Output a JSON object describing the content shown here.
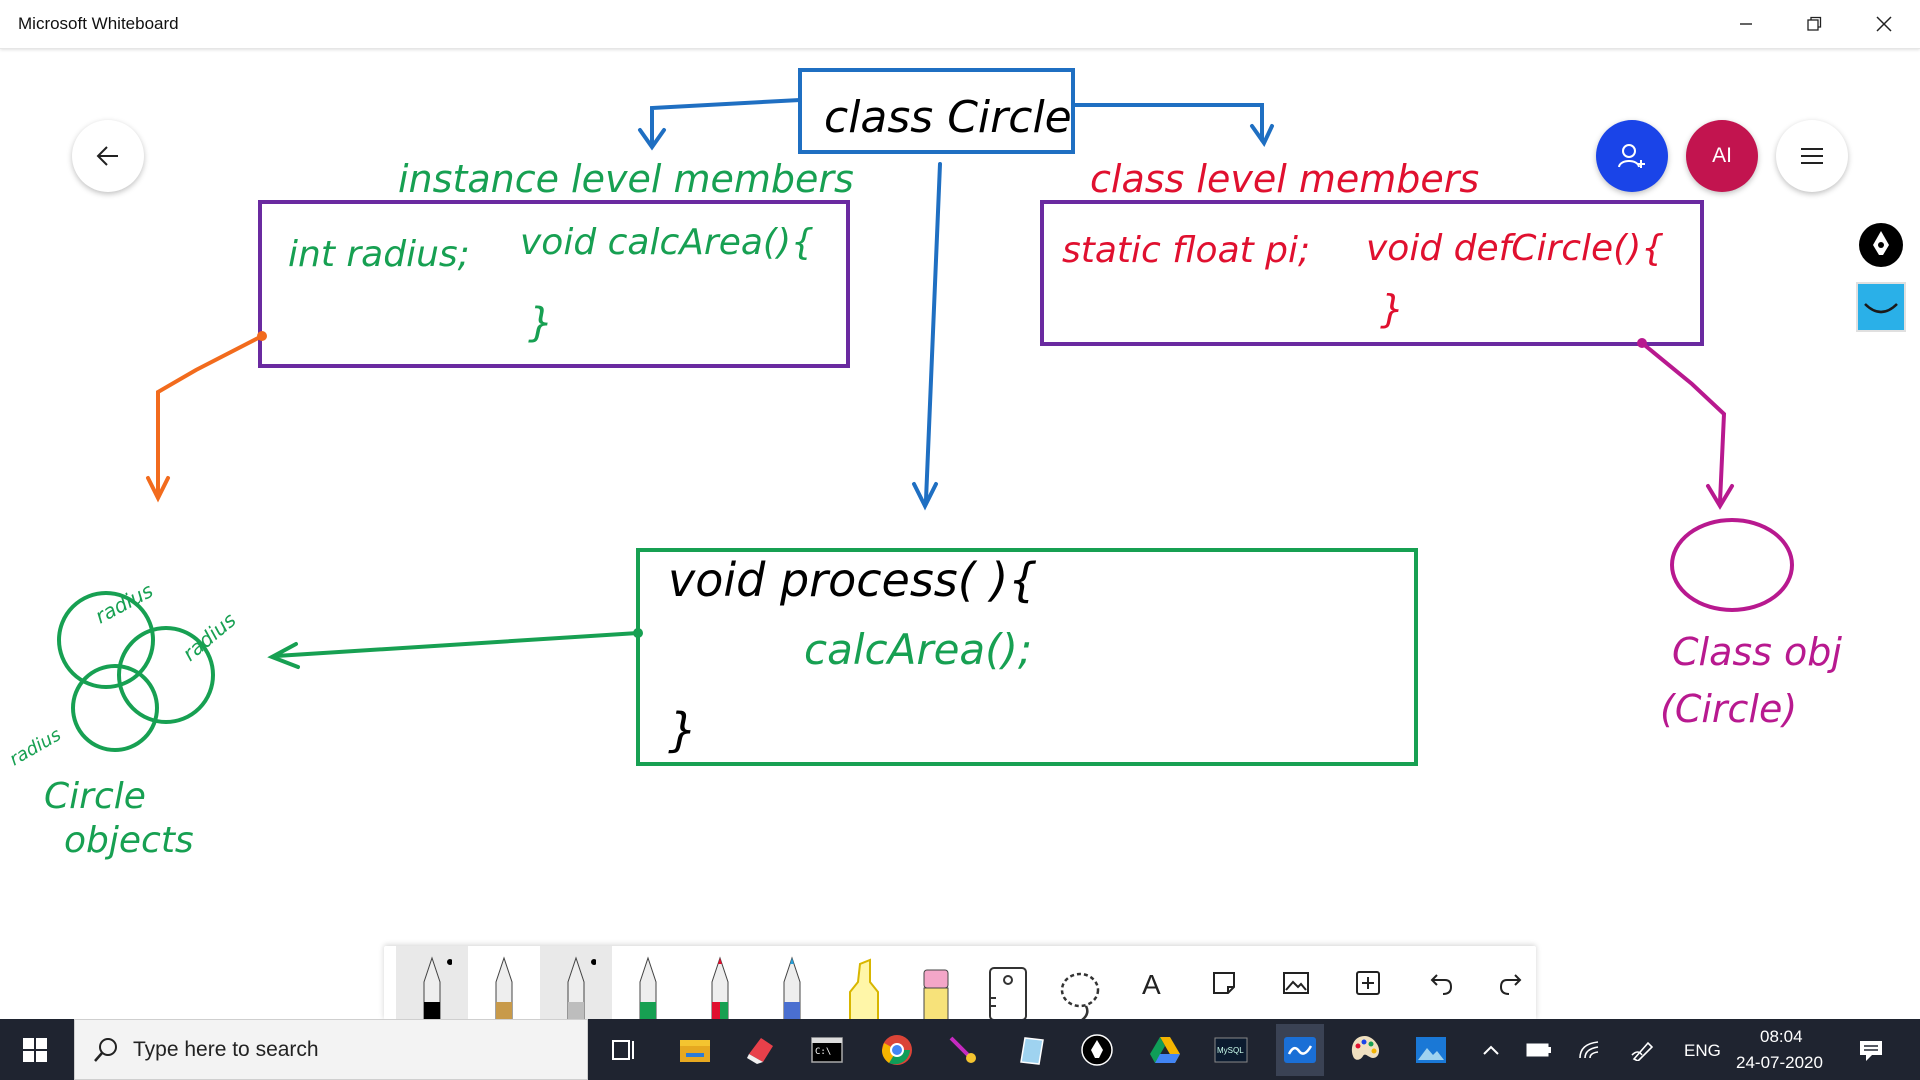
{
  "window": {
    "title": "Microsoft Whiteboard"
  },
  "board": {
    "class_title": "class Circle",
    "instance_heading": "instance level members",
    "instance_line1_a": "int radius;",
    "instance_line1_b": "void calcArea(){",
    "instance_close": "}",
    "class_heading": "class level members",
    "class_line1_a": "static float pi;",
    "class_line1_b": "void defCircle(){",
    "class_close": "}",
    "process_line1": "void  process( ){",
    "process_line2": "calcArea();",
    "process_close": "}",
    "circle_label_1": "radius",
    "circle_label_2": "radius",
    "circle_label_3": "radius",
    "circle_objects_line1": "Circle",
    "circle_objects_line2": "objects",
    "class_obj_line1": "Class obj",
    "class_obj_line2": "(Circle)"
  },
  "avatars": {
    "user_initials": "AI"
  },
  "colors": {
    "blue": "#1f6fc2",
    "purple": "#6a2aa0",
    "green": "#17a052",
    "red": "#e0102f",
    "orange": "#f26b1d",
    "magenta": "#b8198f",
    "invite": "#1a44e8",
    "avatar": "#c2144f"
  },
  "taskbar": {
    "search_placeholder": "Type here to search",
    "language": "ENG",
    "time": "08:04",
    "date": "24-07-2020"
  }
}
